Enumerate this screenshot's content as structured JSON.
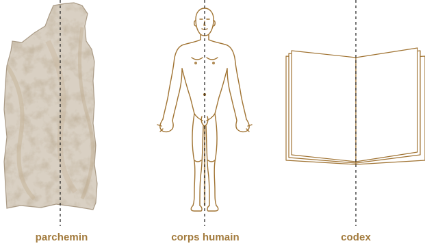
{
  "figure": {
    "panels": [
      {
        "id": "parchment",
        "label": "parchemin",
        "icon": "parchment-sheet-icon"
      },
      {
        "id": "body",
        "label": "corps humain",
        "icon": "human-body-outline-icon"
      },
      {
        "id": "codex",
        "label": "codex",
        "icon": "open-book-icon"
      }
    ],
    "colors": {
      "accent": "#a27a3c",
      "outline": "#a07332",
      "parchment_base": "#d9d0c3",
      "parchment_stain": "#b8a489",
      "axis_line": "#1a1a1a"
    }
  }
}
